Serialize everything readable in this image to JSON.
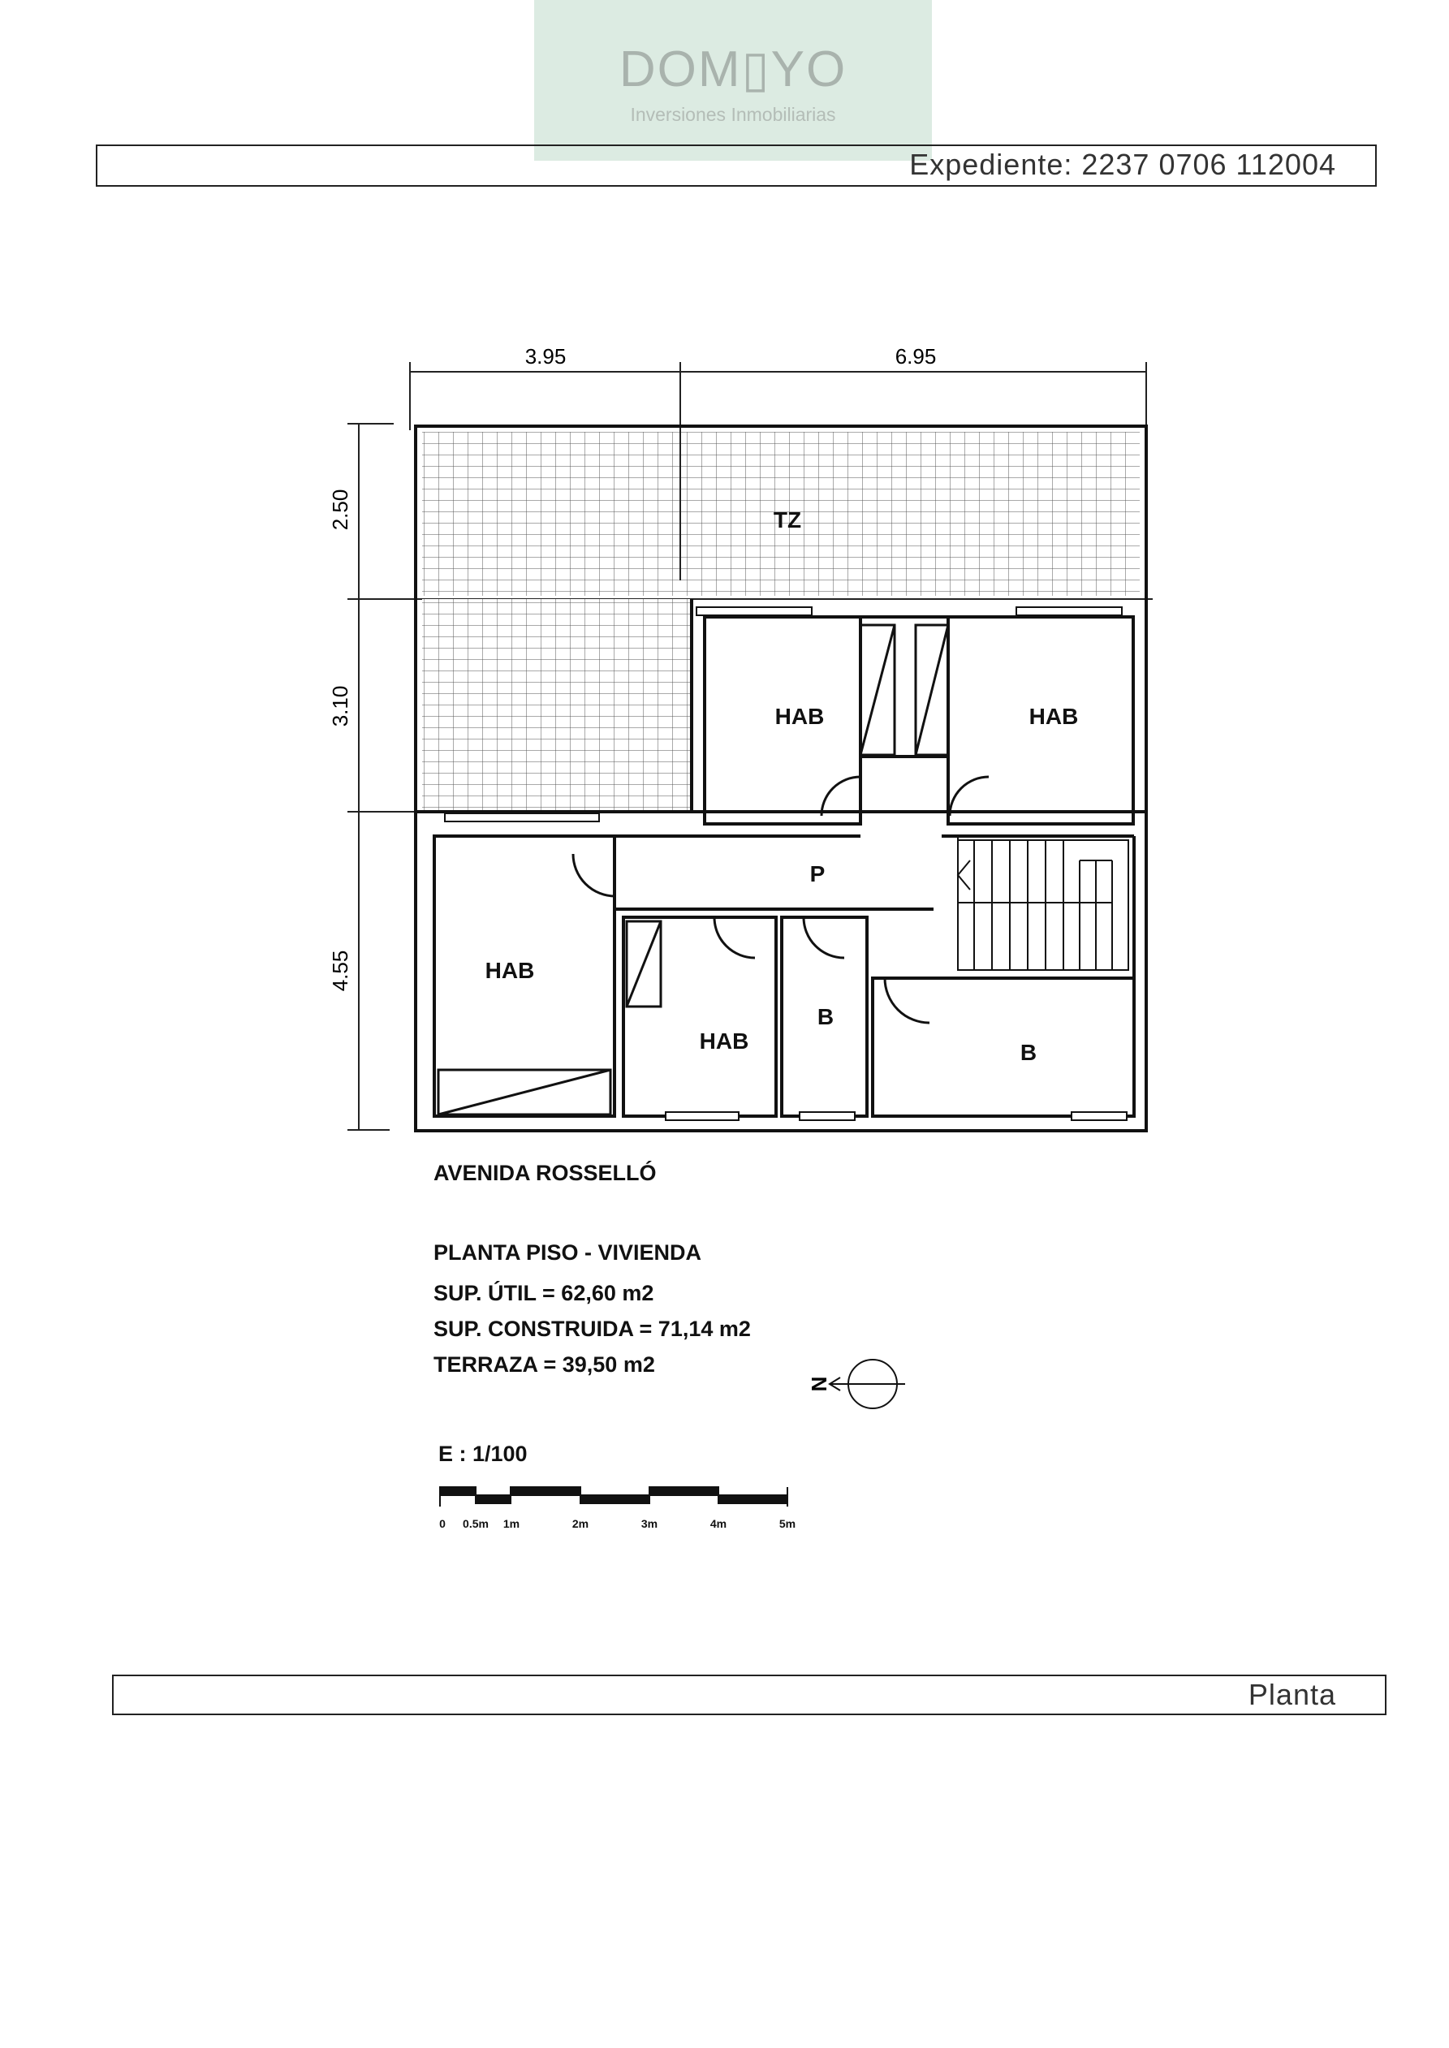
{
  "logo": {
    "name": "DOM▯YO",
    "tagline": "Inversiones Inmobiliarias"
  },
  "header": {
    "expediente": "Expediente: 2237 0706 112004"
  },
  "dimensions": {
    "top": [
      "3.95",
      "6.95"
    ],
    "left": [
      "2.50",
      "3.10",
      "4.55"
    ]
  },
  "rooms": {
    "tz": "TZ",
    "hab": "HAB",
    "p": "P",
    "b": "B"
  },
  "street": "AVENIDA ROSSELLÓ",
  "info": {
    "title": "PLANTA PISO - VIVIENDA",
    "sup_util": "SUP. ÚTIL = 62,60 m2",
    "sup_construida": "SUP. CONSTRUIDA = 71,14 m2",
    "terraza": "TERRAZA = 39,50 m2"
  },
  "north": "N",
  "scale": {
    "label": "E : 1/100",
    "ticks": [
      "0",
      "0.5m",
      "1m",
      "2m",
      "3m",
      "4m",
      "5m"
    ]
  },
  "footer": {
    "label": "Planta"
  }
}
